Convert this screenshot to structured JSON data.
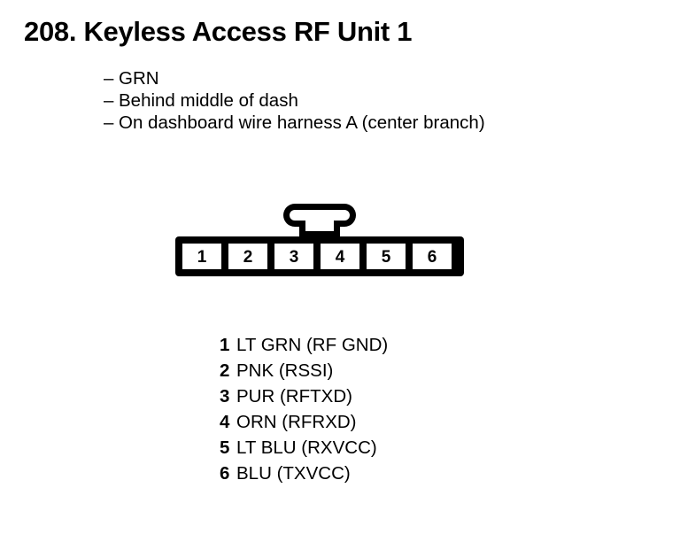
{
  "page": {
    "title": "208. Keyless Access RF Unit 1",
    "background_color": "#ffffff",
    "ink_color": "#000000"
  },
  "spec_list": {
    "dash": "–",
    "items": [
      "GRN",
      "Behind middle of dash",
      "On dashboard wire harness A (center branch)"
    ]
  },
  "connector": {
    "name": "6-pin connector",
    "pin_count": 6,
    "latch": "top-center-retaining-latch",
    "pin_labels": [
      "1",
      "2",
      "3",
      "4",
      "5",
      "6"
    ]
  },
  "pin_legend": {
    "rows": [
      {
        "num": "1",
        "desc": "LT GRN (RF GND)"
      },
      {
        "num": "2",
        "desc": "PNK (RSSI)"
      },
      {
        "num": "3",
        "desc": "PUR (RFTXD)"
      },
      {
        "num": "4",
        "desc": "ORN (RFRXD)"
      },
      {
        "num": "5",
        "desc": "LT BLU (RXVCC)"
      },
      {
        "num": "6",
        "desc": "BLU (TXVCC)"
      }
    ]
  }
}
